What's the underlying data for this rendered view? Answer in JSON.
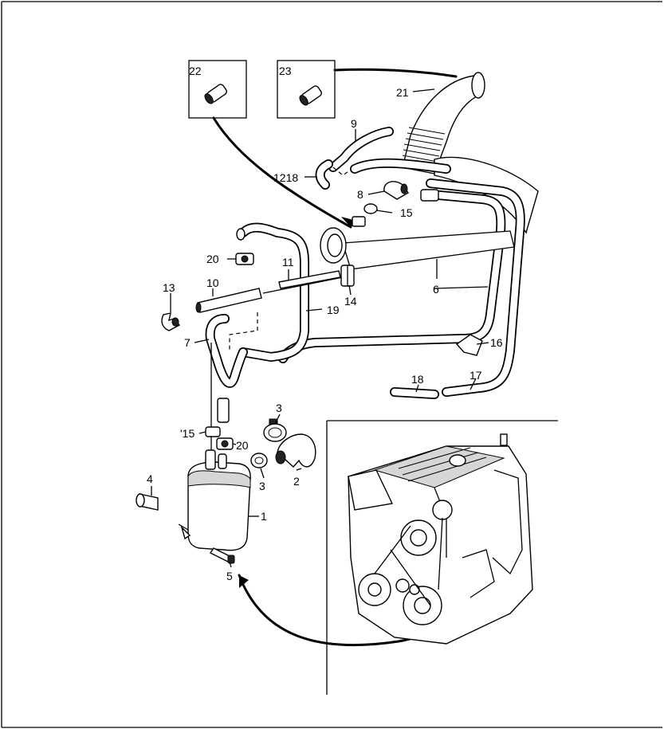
{
  "callouts": [
    {
      "id": "22",
      "label": "22"
    },
    {
      "id": "23",
      "label": "23"
    },
    {
      "id": "21",
      "label": "21"
    },
    {
      "id": "9",
      "label": "9"
    },
    {
      "id": "12-18",
      "label": "1218"
    },
    {
      "id": "8",
      "label": "8"
    },
    {
      "id": "15a",
      "label": "15"
    },
    {
      "id": "20a",
      "label": "20"
    },
    {
      "id": "11",
      "label": "11"
    },
    {
      "id": "10",
      "label": "10"
    },
    {
      "id": "13",
      "label": "13"
    },
    {
      "id": "14",
      "label": "14"
    },
    {
      "id": "6",
      "label": "6"
    },
    {
      "id": "19",
      "label": "19"
    },
    {
      "id": "7",
      "label": "7"
    },
    {
      "id": "16",
      "label": "16"
    },
    {
      "id": "18",
      "label": "18"
    },
    {
      "id": "17",
      "label": "17"
    },
    {
      "id": "3a",
      "label": "3"
    },
    {
      "id": "15b",
      "label": "'15"
    },
    {
      "id": "20b",
      "label": "20"
    },
    {
      "id": "4",
      "label": "4"
    },
    {
      "id": "3b",
      "label": "3"
    },
    {
      "id": "2",
      "label": "2"
    },
    {
      "id": "1",
      "label": "1"
    },
    {
      "id": "5",
      "label": "5"
    }
  ],
  "icons": {
    "inset": "engine-icon",
    "separator": "oil-trap-icon",
    "hoses": "hose-icon"
  }
}
